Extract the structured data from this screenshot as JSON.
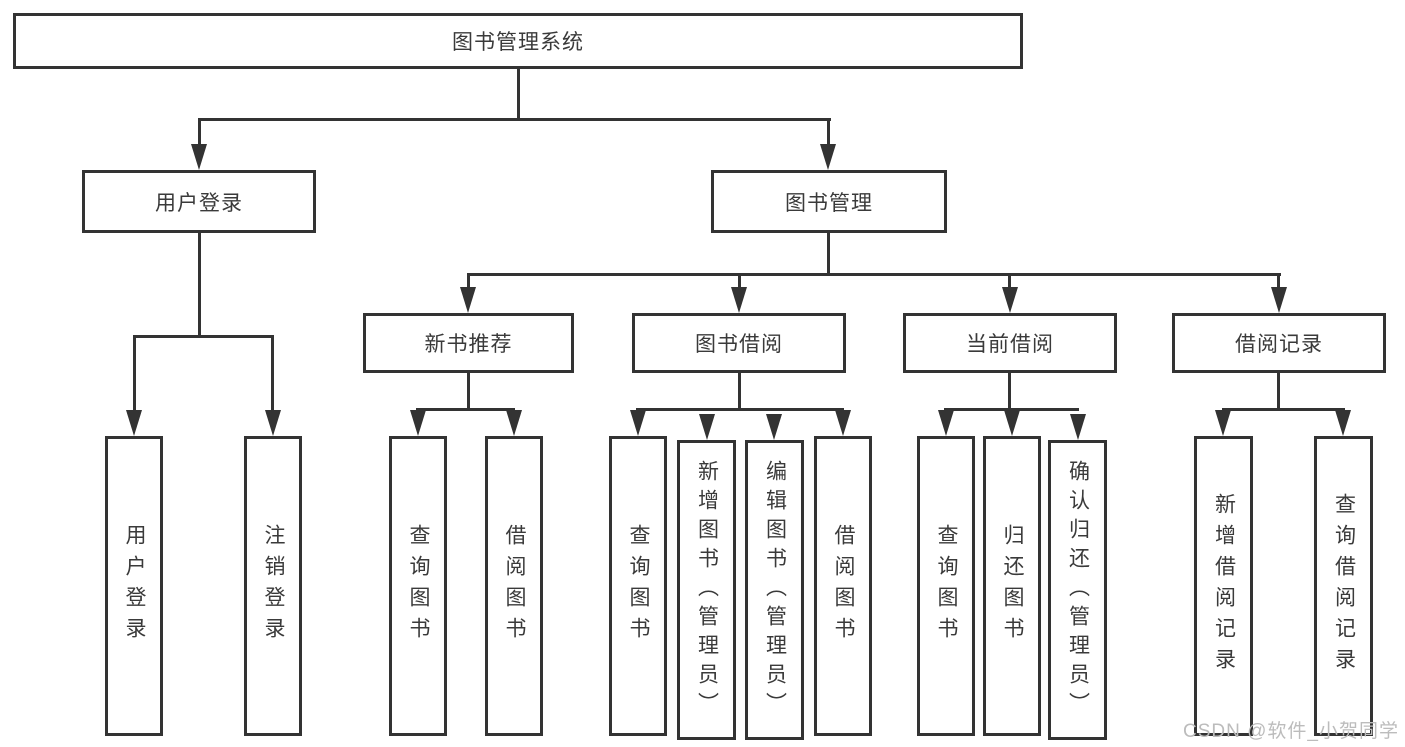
{
  "diagram": {
    "title": "图书管理系统",
    "user": {
      "label": "用户登录",
      "children": [
        "用户登录",
        "注销登录"
      ]
    },
    "mgmt": {
      "label": "图书管理",
      "groups": [
        {
          "label": "新书推荐",
          "children": [
            "查询图书",
            "借阅图书"
          ]
        },
        {
          "label": "图书借阅",
          "children": [
            "查询图书",
            "新增图书（管理员）",
            "编辑图书（管理员）",
            "借阅图书"
          ]
        },
        {
          "label": "当前借阅",
          "children": [
            "查询图书",
            "归还图书",
            "确认归还（管理员）"
          ]
        },
        {
          "label": "借阅记录",
          "children": [
            "新增借阅记录",
            "查询借阅记录"
          ]
        }
      ]
    }
  },
  "colors": {
    "line": "#333333",
    "background": "#ffffff",
    "watermark": "#bcbcbc"
  },
  "watermark": {
    "text": "CSDN @软件_小贺同学"
  }
}
